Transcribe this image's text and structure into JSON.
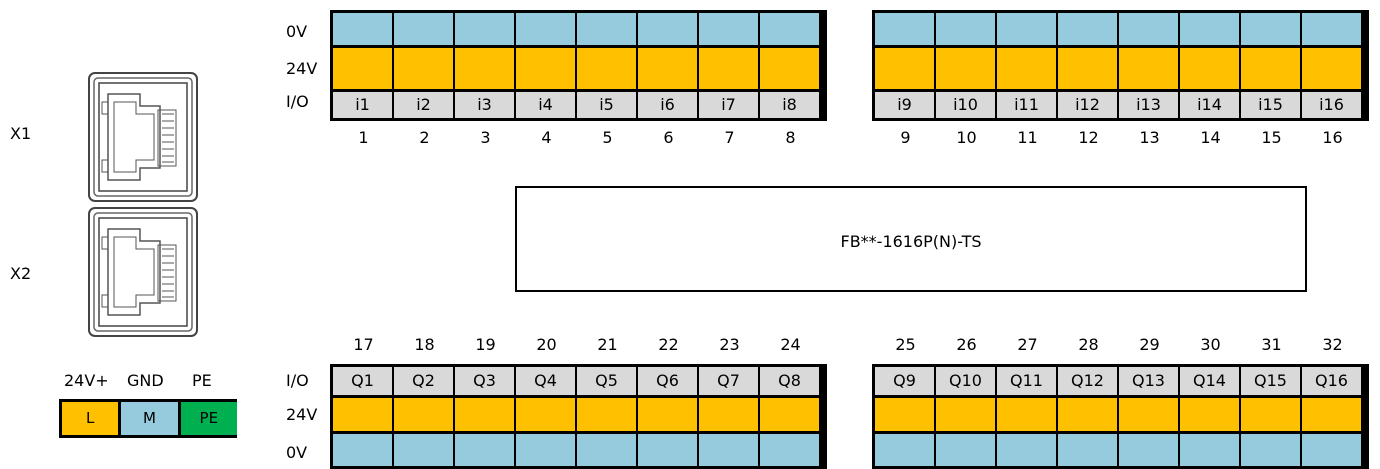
{
  "colors": {
    "zero_v": "#95cbdc",
    "plus_24v": "#ffc000",
    "io": "#d9d9d9",
    "pe": "#00b050",
    "border": "#000000"
  },
  "connectors": [
    {
      "label": "X1",
      "icon": "rj45-port-icon"
    },
    {
      "label": "X2",
      "icon": "rj45-port-icon"
    }
  ],
  "row_labels": {
    "zero_v": "0V",
    "plus_24v": "24V",
    "io": "I/O"
  },
  "top": {
    "inputs": [
      "i1",
      "i2",
      "i3",
      "i4",
      "i5",
      "i6",
      "i7",
      "i8",
      "i9",
      "i10",
      "i11",
      "i12",
      "i13",
      "i14",
      "i15",
      "i16"
    ],
    "pins": [
      "1",
      "2",
      "3",
      "4",
      "5",
      "6",
      "7",
      "8",
      "9",
      "10",
      "11",
      "12",
      "13",
      "14",
      "15",
      "16"
    ]
  },
  "bottom": {
    "outputs": [
      "Q1",
      "Q2",
      "Q3",
      "Q4",
      "Q5",
      "Q6",
      "Q7",
      "Q8",
      "Q9",
      "Q10",
      "Q11",
      "Q12",
      "Q13",
      "Q14",
      "Q15",
      "Q16"
    ],
    "pins": [
      "17",
      "18",
      "19",
      "20",
      "21",
      "22",
      "23",
      "24",
      "25",
      "26",
      "27",
      "28",
      "29",
      "30",
      "31",
      "32"
    ]
  },
  "module": {
    "label": "FB**-1616P(N)-TS"
  },
  "power": {
    "headers": [
      "24V+",
      "GND",
      "PE"
    ],
    "terminals": [
      "L",
      "M",
      "PE"
    ]
  }
}
